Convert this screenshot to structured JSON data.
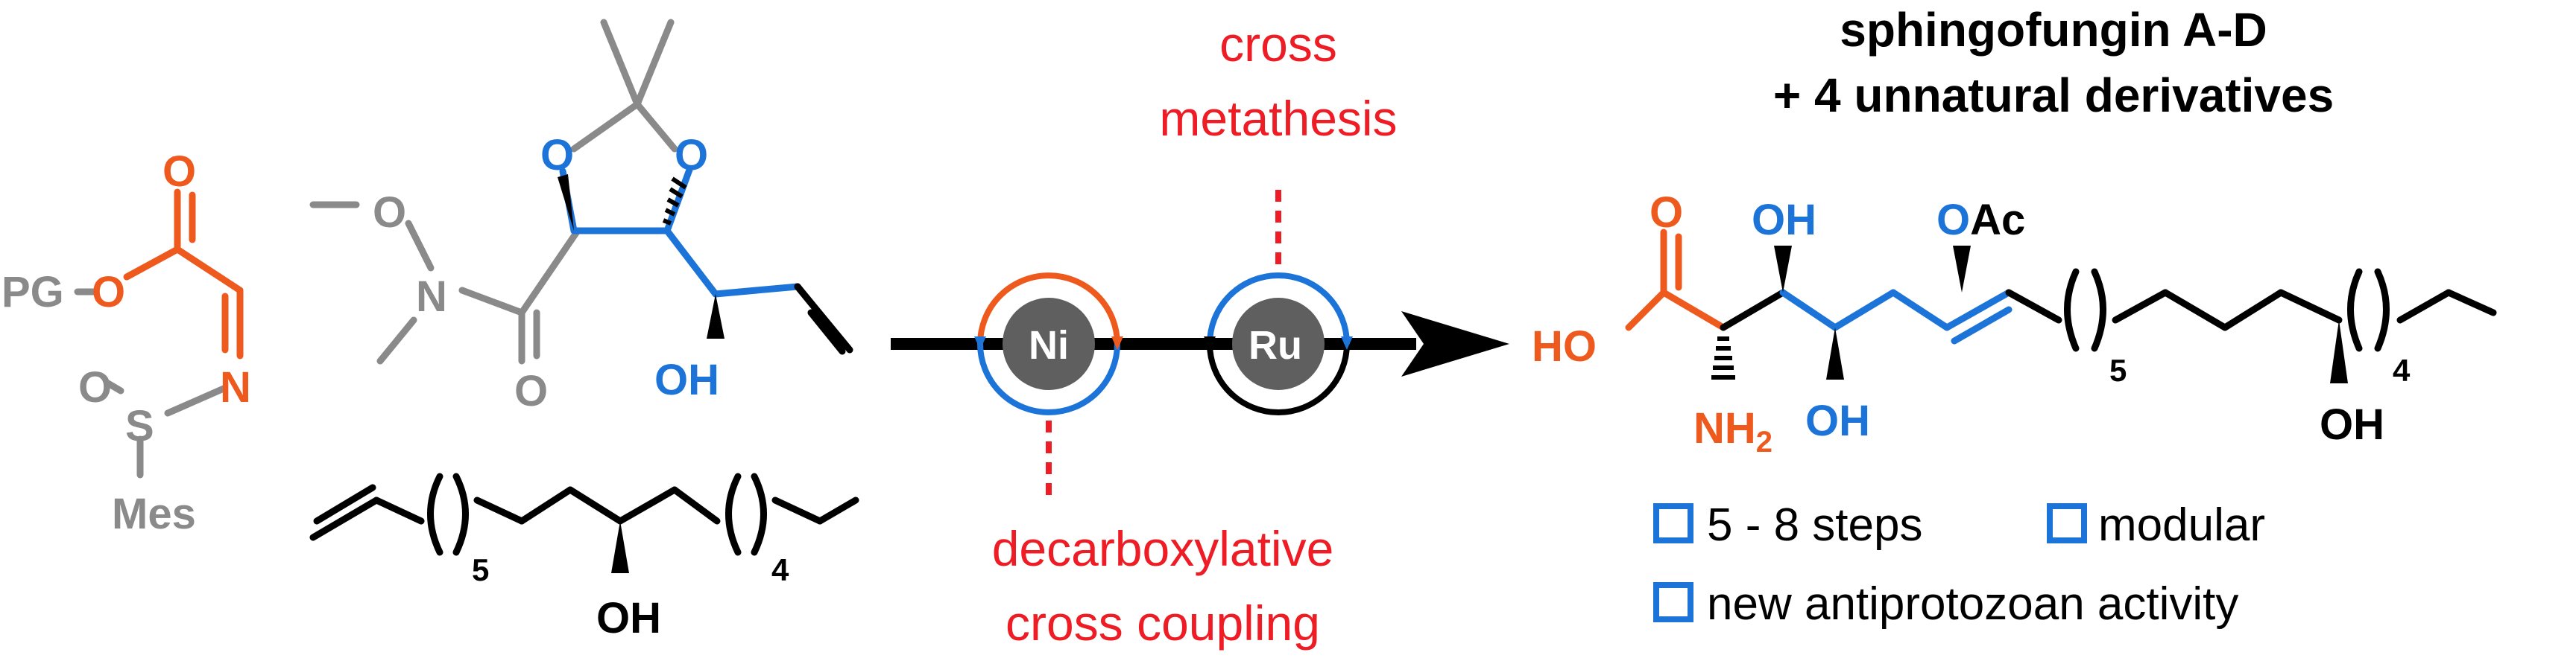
{
  "colors": {
    "black": "#000000",
    "gray": "#8a8a8a",
    "orange": "#ee5a1d",
    "blue": "#1c74d9",
    "red": "#ee1c24",
    "dark_gray": "#5f5f5f"
  },
  "imine": {
    "oxygen": "O",
    "ester_o": "O",
    "pg": "PG",
    "nitrogen": "N",
    "sulfur": "S",
    "sulfinyl_o": "O",
    "mes": "Mes"
  },
  "weinreb": {
    "o_methoxy": "O",
    "n": "N",
    "carbonyl_o": "O",
    "acetonide_o1": "O",
    "acetonide_o2": "O",
    "oh": "OH"
  },
  "alkene": {
    "sub5": "5",
    "sub4": "4",
    "oh": "OH"
  },
  "catalysis": {
    "ni": "Ni",
    "ru": "Ru",
    "cross_metathesis_line1": "cross",
    "cross_metathesis_line2": "metathesis",
    "decarb_line1": "decarboxylative",
    "decarb_line2": "cross coupling"
  },
  "product": {
    "title_line1": "sphingofungin A-D",
    "title_line2": "+ 4 unnatural derivatives",
    "acid_o": "O",
    "ho": "HO",
    "nh2_n": "NH",
    "nh2_sub": "2",
    "oh_top": "OH",
    "oac_o": "O",
    "oac_ac": "Ac",
    "oh_bot1": "OH",
    "oh_bot2": "OH",
    "sub5": "5",
    "sub4": "4",
    "oh_c14": "OH"
  },
  "features": [
    {
      "label": "5 - 8 steps"
    },
    {
      "label": "modular"
    },
    {
      "label": "new antiprotozoan activity"
    }
  ]
}
